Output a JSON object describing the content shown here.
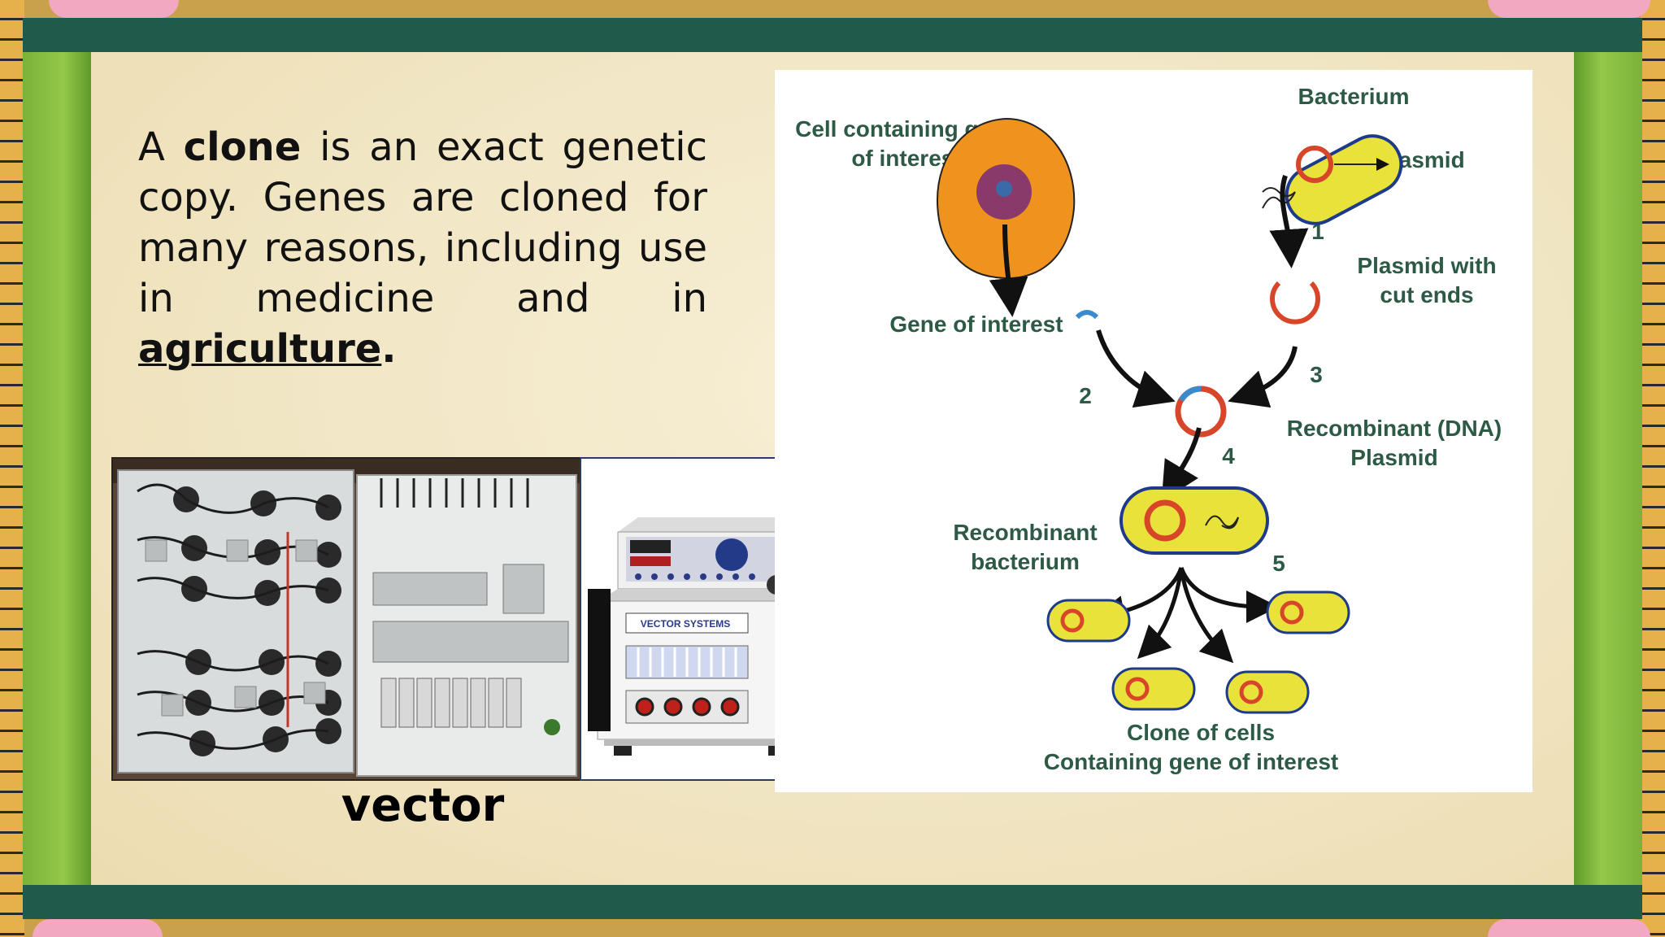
{
  "slide": {
    "text": {
      "prefix": "A ",
      "clone_word": "clone",
      "middle": " is an exact genetic copy. Genes are cloned for many reasons, including use in medicine and in ",
      "agriculture_word": "agriculture",
      "suffix": "."
    },
    "vector_caption": "vector",
    "machine_brand": "VECTOR SYSTEMS"
  },
  "diagram": {
    "labels": {
      "bacterium": "Bacterium",
      "plasmid": "Plasmid",
      "cell_line1": "Cell containing gene",
      "cell_line2": "of interest",
      "plasmid_cut_line1": "Plasmid with",
      "plasmid_cut_line2": "cut ends",
      "gene_of_interest": "Gene of interest",
      "recombinant_plasmid_line1": "Recombinant (DNA)",
      "recombinant_plasmid_line2": "Plasmid",
      "recombinant_bacterium_line1": "Recombinant",
      "recombinant_bacterium_line2": "bacterium",
      "clone_line1": "Clone of cells",
      "clone_line2": "Containing gene of interest"
    },
    "steps": [
      "1",
      "2",
      "3",
      "4",
      "5"
    ]
  },
  "colors": {
    "accent_green": "#1f5a4a",
    "diagram_text": "#2d5a45",
    "cell_orange": "#f0921e",
    "bacterium_yellow": "#e8e23a",
    "plasmid_red": "#d8462a"
  }
}
